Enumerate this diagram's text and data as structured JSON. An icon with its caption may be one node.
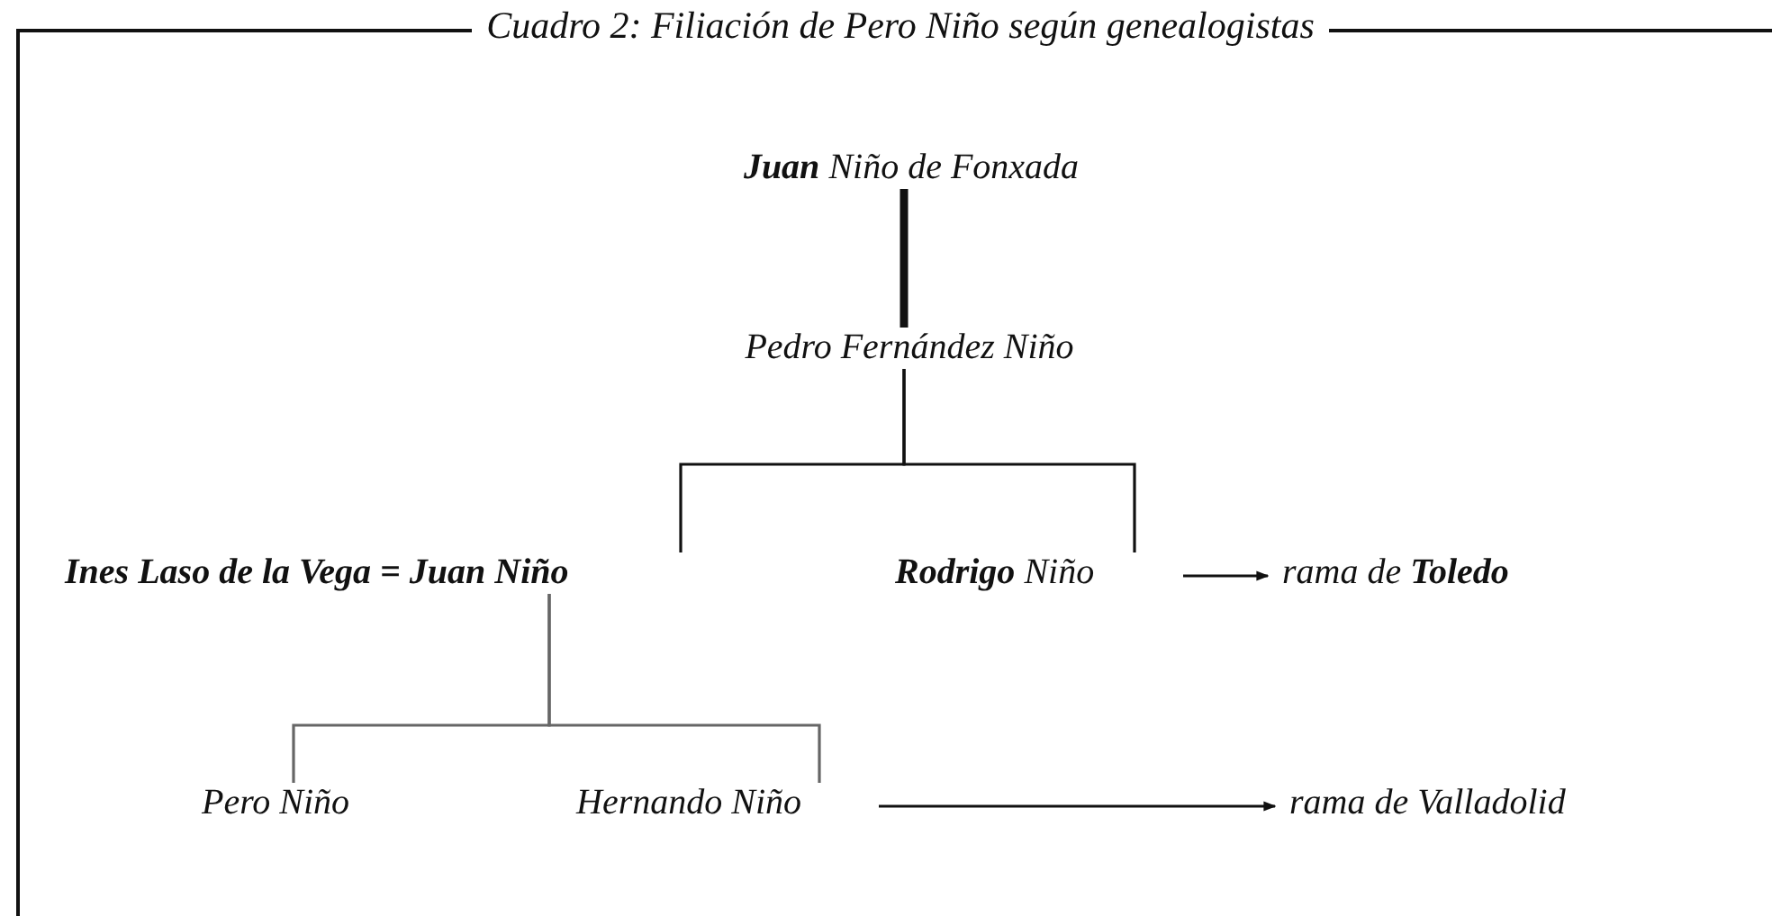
{
  "diagram": {
    "title": "Cuadro 2: Filiación de Pero Niño según genealogistas",
    "nodes": [
      {
        "text": [
          "**Juan** Niño de Fonxada"
        ]
      },
      {
        "text": [
          "Pedro Fernández Niño"
        ]
      },
      {
        "text": [
          "Ines Laso de la Vega = Juan Niño"
        ]
      },
      {
        "text": [
          "**Rodrigo** Niño"
        ]
      },
      {
        "text": [
          "rama de **Toledo**"
        ]
      },
      {
        "text": [
          "Pero Niño"
        ]
      },
      {
        "text": [
          "Hernando Niño"
        ]
      },
      {
        "text": [
          "rama de Valladolid"
        ]
      }
    ],
    "edges": [
      {
        "from": 0,
        "to": 1,
        "arrow": "none",
        "style": "thick"
      },
      {
        "from": 1,
        "to": 2,
        "arrow": "none"
      },
      {
        "from": 1,
        "to": 3,
        "arrow": "none"
      },
      {
        "from": 2,
        "to": 5,
        "arrow": "none",
        "color": "#666666"
      },
      {
        "from": 2,
        "to": 6,
        "arrow": "none",
        "color": "#666666"
      },
      {
        "from": 3,
        "to": 4,
        "arrow": "to"
      },
      {
        "from": 6,
        "to": 7,
        "arrow": "to"
      }
    ]
  }
}
